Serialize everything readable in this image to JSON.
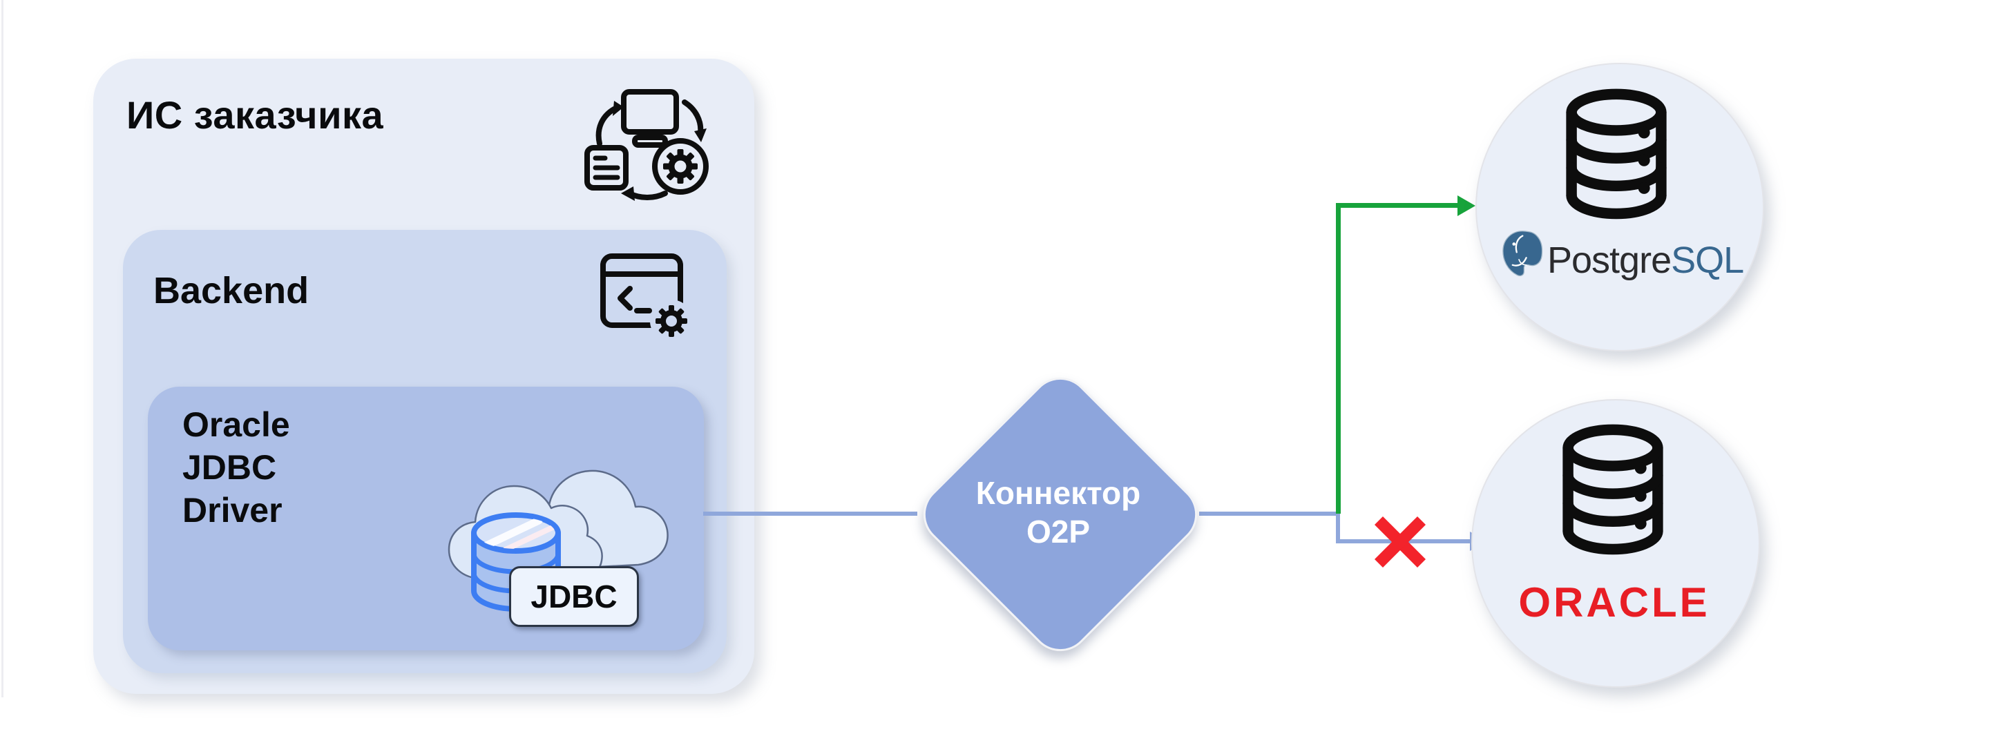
{
  "customer_system": {
    "title": "ИС заказчика"
  },
  "backend": {
    "title": "Backend"
  },
  "driver": {
    "line1": "Oracle",
    "line2": "JDBC",
    "line3": "Driver",
    "badge": "JDBC"
  },
  "connector": {
    "line1": "Коннектор",
    "line2": "O2P"
  },
  "postgresql": {
    "name": "PostgreSQL",
    "wordmark_prefix": "Postgre",
    "wordmark_suffix": "SQL",
    "connection": "allowed"
  },
  "oracle": {
    "name": "ORACLE",
    "wordmark": "ORACLE",
    "connection": "blocked"
  },
  "colors": {
    "outer_box": "#e8edf7",
    "backend_box": "#cdd9f0",
    "driver_box": "#adbfe7",
    "diamond": "#8da5dc",
    "line_blue": "#8fa7db",
    "arrow_green": "#17a33b",
    "cross_red": "#f3232b",
    "circle_bg": "#eaeff8",
    "badge_bg": "#edf3fd",
    "cloud_fill": "#dde8f8",
    "cylinder_blue": "#3d7df2",
    "postgres_blue": "#38678f",
    "oracle_red": "#e81e25"
  }
}
